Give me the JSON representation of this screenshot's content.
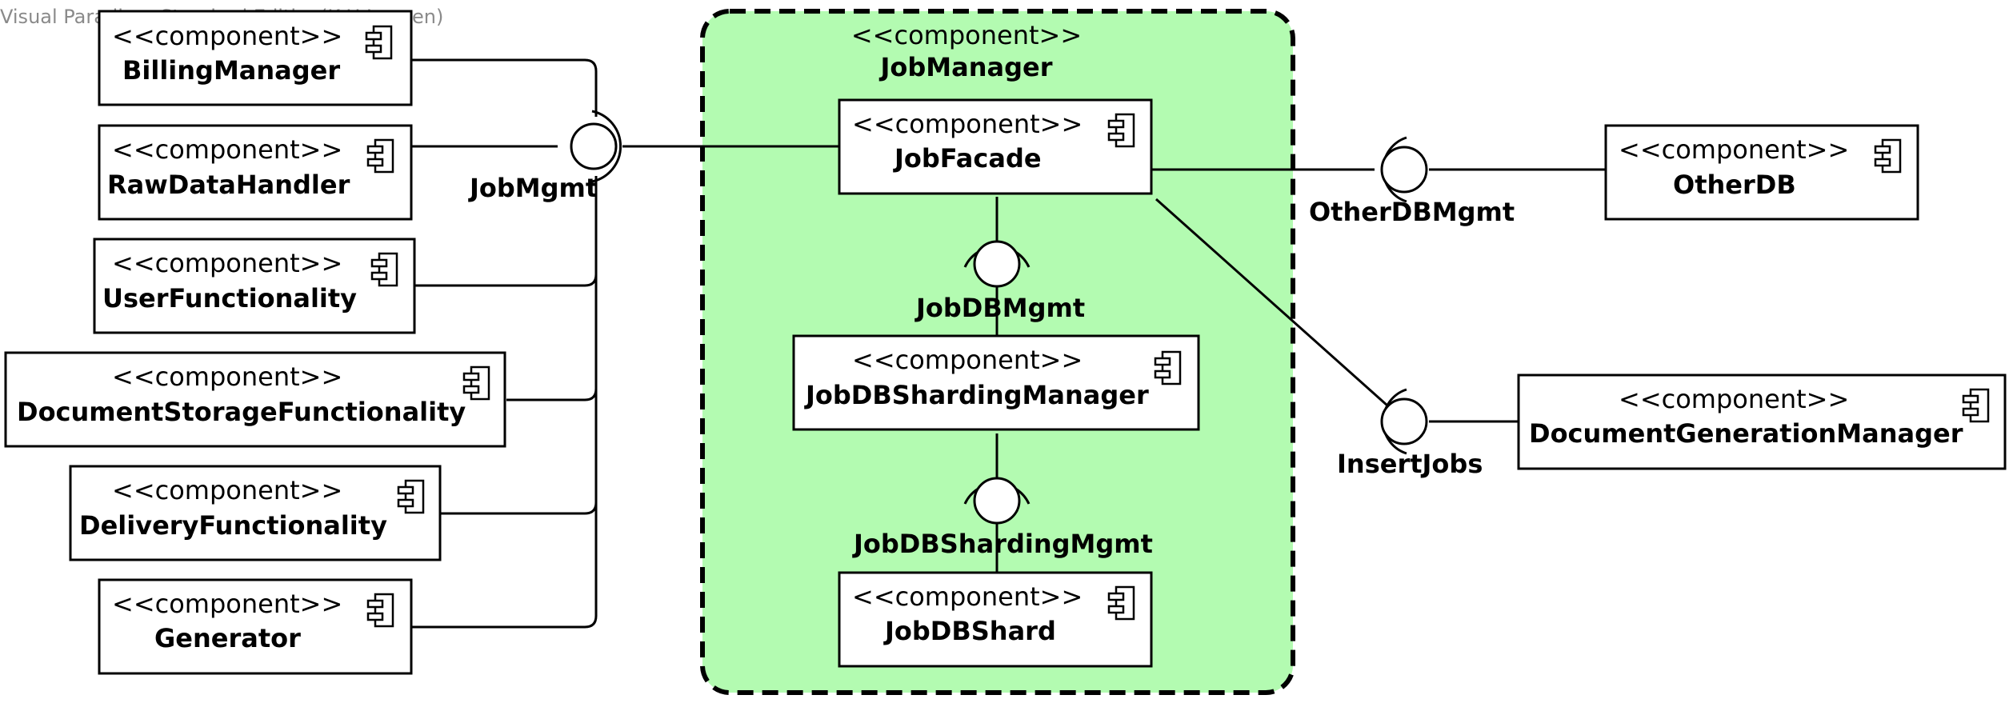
{
  "watermark": "Visual Paradigm Standard Edition(K.U.Leuven)",
  "colors": {
    "job_manager_fill": "#b3fbb1",
    "line": "#000000",
    "box_fill": "#ffffff"
  },
  "stereotype": "<<component>>",
  "job_manager": {
    "stereotype": "<<component>>",
    "name": "JobManager"
  },
  "components": {
    "billing": {
      "stereotype": "<<component>>",
      "name": "BillingManager"
    },
    "raw_data": {
      "stereotype": "<<component>>",
      "name": "RawDataHandler"
    },
    "user_func": {
      "stereotype": "<<component>>",
      "name": "UserFunctionality"
    },
    "doc_storage": {
      "stereotype": "<<component>>",
      "name": "DocumentStorageFunctionality"
    },
    "delivery": {
      "stereotype": "<<component>>",
      "name": "DeliveryFunctionality"
    },
    "generator": {
      "stereotype": "<<component>>",
      "name": "Generator"
    },
    "job_facade": {
      "stereotype": "<<component>>",
      "name": "JobFacade"
    },
    "sharding_manager": {
      "stereotype": "<<component>>",
      "name": "JobDBShardingManager"
    },
    "job_db_shard": {
      "stereotype": "<<component>>",
      "name": "JobDBShard"
    },
    "other_db": {
      "stereotype": "<<component>>",
      "name": "OtherDB"
    },
    "doc_gen": {
      "stereotype": "<<component>>",
      "name": "DocumentGenerationManager"
    }
  },
  "interfaces": {
    "job_mgmt": "JobMgmt",
    "job_db_mgmt": "JobDBMgmt",
    "job_db_sharding_mgmt": "JobDBShardingMgmt",
    "other_db_mgmt": "OtherDBMgmt",
    "insert_jobs": "InsertJobs"
  },
  "component_icon": "component-icon"
}
